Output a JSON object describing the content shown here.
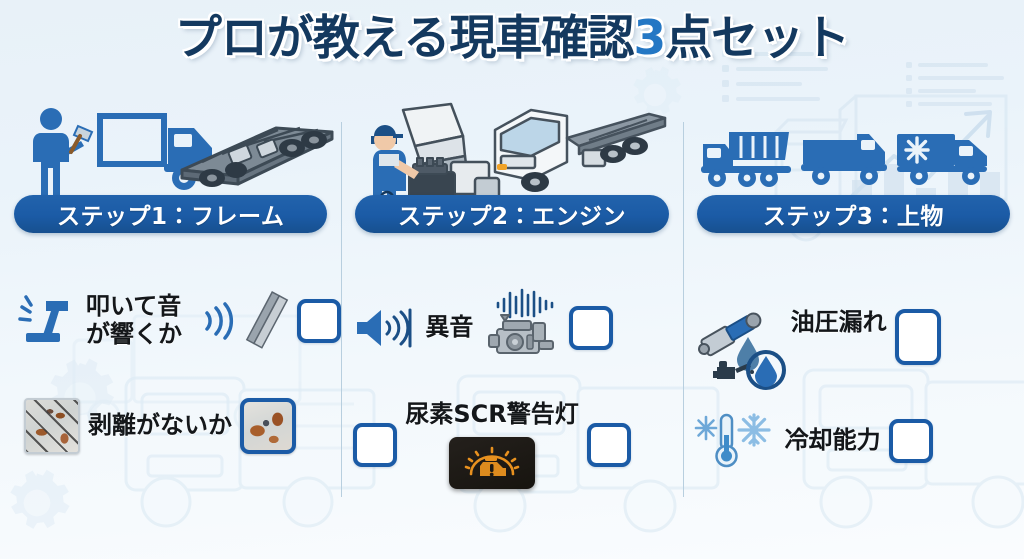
{
  "title": {
    "part1": "プロが教える現車確認",
    "accent": "3",
    "part2": "点セット"
  },
  "colors": {
    "banner_blue": "#1b5ba6",
    "accent_blue": "#2477c4",
    "title_navy": "#14395f",
    "icon_blue": "#2a6db5",
    "background": "#eaf3fa",
    "warning_amber": "#e8911f"
  },
  "columns": [
    {
      "banner_label": "ステップ1：フレーム",
      "art_icons": [
        "inspector-hammer-person-icon",
        "blue-truck-icon",
        "chassis-frame-illustration"
      ],
      "items": [
        {
          "label": "叩いて音が響くか",
          "icons": [
            "hammer-strike-icon",
            "sound-wave-icon",
            "steel-beam-icon"
          ],
          "checkbox": true,
          "checked": false
        },
        {
          "label": "剥離がないか",
          "icons": [
            "peeling-paint-photo",
            "rust-closeup-photo"
          ],
          "checkbox": false,
          "checked": false
        }
      ]
    },
    {
      "banner_label": "ステップ2：エンジン",
      "art_icons": [
        "mechanic-tilt-cab-illustration",
        "white-cab-chassis-truck-illustration"
      ],
      "items": [
        {
          "label": "異音",
          "icons": [
            "speaker-sound-icon",
            "engine-icon",
            "audio-waveform-icon"
          ],
          "checkbox": true,
          "checked": false
        },
        {
          "label": "尿素SCR警告灯",
          "icons": [
            "dashboard-warning-light-panel"
          ],
          "checkbox": true,
          "checked": false,
          "checkbox_left": true
        }
      ]
    },
    {
      "banner_label": "ステップ3：上物",
      "art_icons": [
        "dump-truck-icon",
        "tipper-truck-icon",
        "refrigerated-truck-icon"
      ],
      "items": [
        {
          "label": "油圧漏れ",
          "icons": [
            "hydraulic-cylinder-icon",
            "oil-drop-icon",
            "oil-can-icon",
            "water-drop-icon"
          ],
          "checkbox": true,
          "checked": false
        },
        {
          "label": "冷却能力",
          "icons": [
            "snowflake-icon",
            "thermometer-icon"
          ],
          "checkbox": true,
          "checked": false
        }
      ]
    }
  ]
}
